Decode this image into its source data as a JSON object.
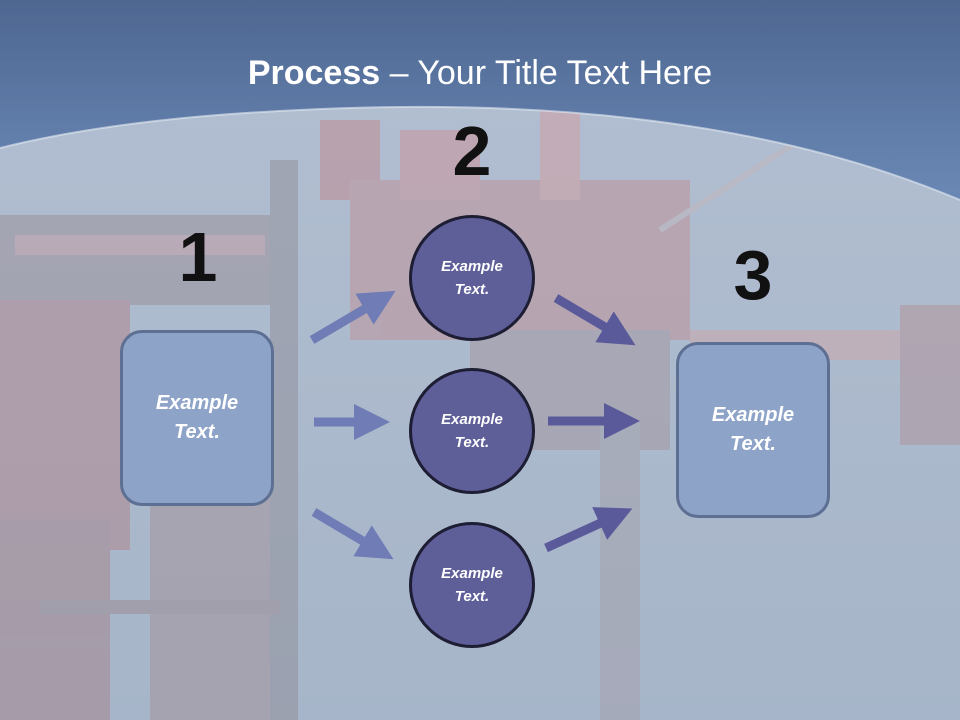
{
  "title": {
    "bold": "Process",
    "rest": " – Your Title Text Here"
  },
  "colors": {
    "title_band": "#5a78a4",
    "box_fill": "#8ea3c8",
    "circle_fill": "#5e5e99",
    "arrow": "#6f7cb6"
  },
  "steps": [
    {
      "number": "1",
      "label": "Example\nText."
    },
    {
      "number": "2",
      "label": "Example\nText."
    },
    {
      "number": "3",
      "label": "Example\nText."
    }
  ],
  "circles": [
    {
      "label": "Example\nText."
    },
    {
      "label": "Example\nText."
    },
    {
      "label": "Example\nText."
    }
  ]
}
